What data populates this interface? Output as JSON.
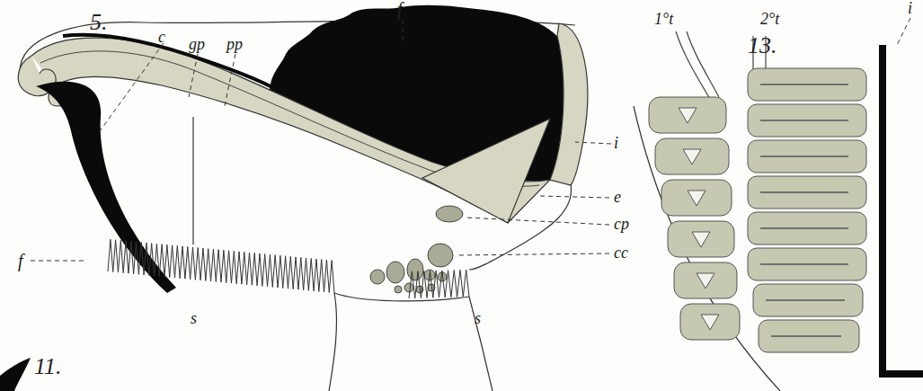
{
  "diagram": {
    "labels": [
      "5.",
      "f",
      "c",
      "gp",
      "pp",
      "i",
      "e",
      "cp",
      "cc",
      "f",
      "s",
      "s",
      "11.",
      "13.",
      "1°t",
      "2°t",
      "i"
    ]
  }
}
